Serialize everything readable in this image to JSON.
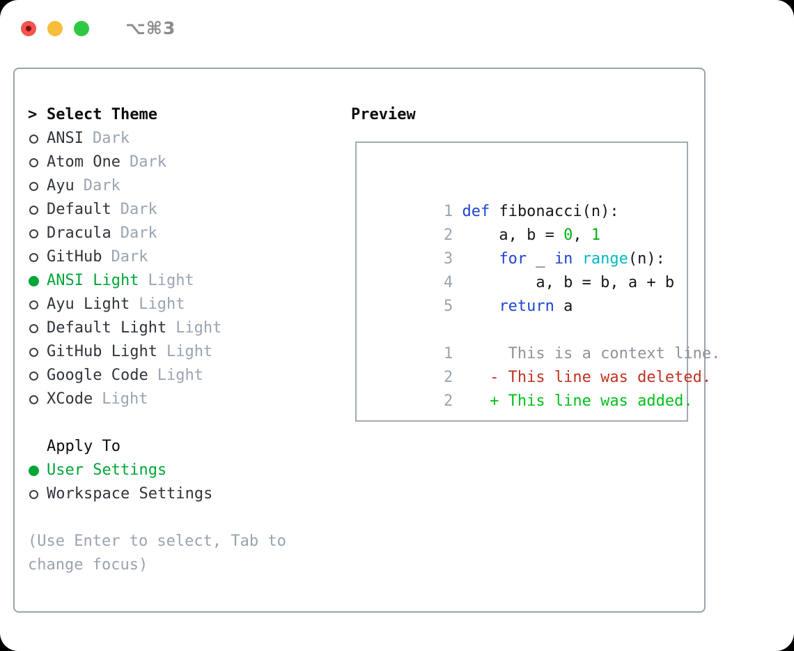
{
  "window": {
    "title_shortcut": "⌥⌘3"
  },
  "colors": {
    "accent_green": "#00a636",
    "keyword_blue": "#1d45d3",
    "builtin_cyan": "#00b9c5",
    "number_green": "#00b010",
    "added_green": "#00c01c",
    "deleted_red": "#c23220",
    "muted_gray": "#9aa4b1",
    "context_gray": "#8e939c",
    "frame_border": "#9aa2ad",
    "traffic_red": "#f4534e",
    "traffic_yellow": "#f7bd3b",
    "traffic_green": "#2ec944"
  },
  "theme_selector": {
    "marker": ">",
    "title": "Select Theme",
    "items": [
      {
        "name": "ANSI",
        "tag": "Dark",
        "selected": false
      },
      {
        "name": "Atom One",
        "tag": "Dark",
        "selected": false
      },
      {
        "name": "Ayu",
        "tag": "Dark",
        "selected": false
      },
      {
        "name": "Default",
        "tag": "Dark",
        "selected": false
      },
      {
        "name": "Dracula",
        "tag": "Dark",
        "selected": false
      },
      {
        "name": "GitHub",
        "tag": "Dark",
        "selected": false
      },
      {
        "name": "ANSI Light",
        "tag": "Light",
        "selected": true
      },
      {
        "name": "Ayu Light",
        "tag": "Light",
        "selected": false
      },
      {
        "name": "Default Light",
        "tag": "Light",
        "selected": false
      },
      {
        "name": "GitHub Light",
        "tag": "Light",
        "selected": false
      },
      {
        "name": "Google Code",
        "tag": "Light",
        "selected": false
      },
      {
        "name": "XCode",
        "tag": "Light",
        "selected": false
      }
    ]
  },
  "apply_to": {
    "title": "Apply To",
    "options": [
      {
        "label": "User Settings",
        "selected": true
      },
      {
        "label": "Workspace Settings",
        "selected": false
      }
    ]
  },
  "hint": "(Use Enter to select, Tab to change focus)",
  "preview": {
    "title": "Preview",
    "code_lines": [
      {
        "num": "1",
        "segments": [
          {
            "text": "def",
            "style": "keyword"
          },
          {
            "text": " fibonacci(n):",
            "style": "plain"
          }
        ]
      },
      {
        "num": "2",
        "segments": [
          {
            "text": "    a, b = ",
            "style": "plain"
          },
          {
            "text": "0",
            "style": "number"
          },
          {
            "text": ", ",
            "style": "plain"
          },
          {
            "text": "1",
            "style": "number"
          }
        ]
      },
      {
        "num": "3",
        "segments": [
          {
            "text": "    ",
            "style": "plain"
          },
          {
            "text": "for",
            "style": "keyword"
          },
          {
            "text": " _ ",
            "style": "plain"
          },
          {
            "text": "in",
            "style": "keyword"
          },
          {
            "text": " ",
            "style": "plain"
          },
          {
            "text": "range",
            "style": "builtin"
          },
          {
            "text": "(n):",
            "style": "plain"
          }
        ]
      },
      {
        "num": "4",
        "segments": [
          {
            "text": "        a, b = b, a + b",
            "style": "plain"
          }
        ]
      },
      {
        "num": "5",
        "segments": [
          {
            "text": "    ",
            "style": "plain"
          },
          {
            "text": "return",
            "style": "keyword"
          },
          {
            "text": " a",
            "style": "plain"
          }
        ]
      }
    ],
    "diff_lines": [
      {
        "num": "1",
        "marker": "",
        "text": "This is a context line.",
        "type": "context"
      },
      {
        "num": "2",
        "marker": "-",
        "text": "This line was deleted.",
        "type": "deleted"
      },
      {
        "num": "2",
        "marker": "+",
        "text": "This line was added.",
        "type": "added"
      }
    ]
  }
}
